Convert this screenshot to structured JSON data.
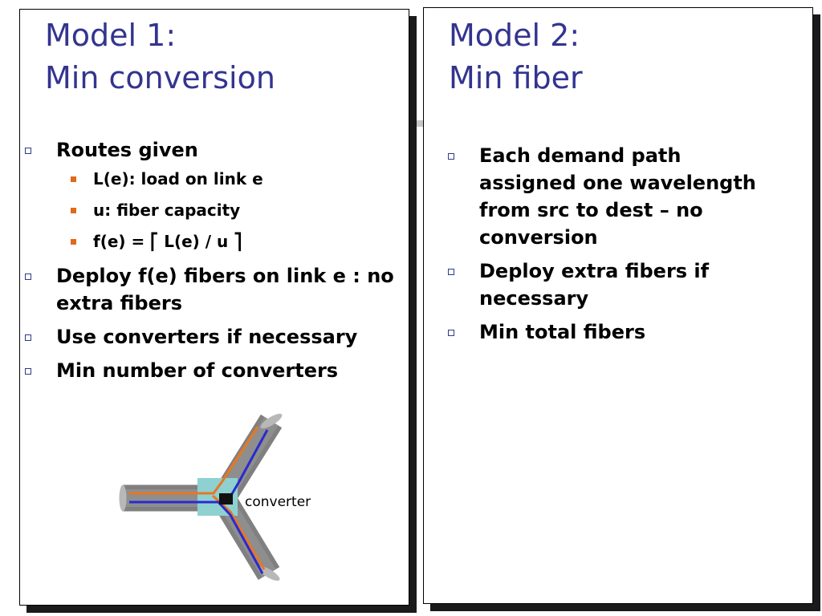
{
  "left_panel": {
    "title_line1": "Model 1:",
    "title_line2": "Min conversion",
    "bullets": [
      {
        "text": "Routes given",
        "subbullets": [
          "L(e): load on link e",
          "u: fiber capacity",
          "f(e) = ⎡ L(e) / u ⎤"
        ]
      },
      {
        "text": "Deploy f(e) fibers on link e : no extra fibers"
      },
      {
        "text": "Use converters if necessary"
      },
      {
        "text": "Min number of converters"
      }
    ],
    "diagram": {
      "converter_label": "converter",
      "colors": {
        "fiber": "#808080",
        "hub": "#8fd1d1",
        "line_orange": "#e87722",
        "line_blue": "#2a2ad0",
        "converter": "#111111"
      }
    }
  },
  "right_panel": {
    "title_line1": "Model 2:",
    "title_line2": "Min fiber",
    "bullets": [
      {
        "text": "Each demand path assigned one wavelength from src to dest – no conversion"
      },
      {
        "text": "Deploy extra fibers if necessary"
      },
      {
        "text": "Min total fibers"
      }
    ]
  },
  "colors": {
    "title": "#33348f",
    "bullet_square": "#2d3a8c",
    "subbullet": "#e06a1a"
  }
}
